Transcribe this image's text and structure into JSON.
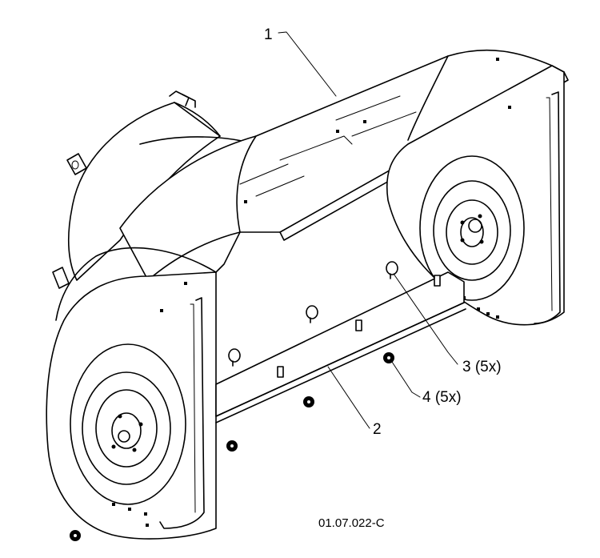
{
  "figure": {
    "reference_code": "01.07.022-C",
    "callouts": [
      {
        "id": "callout-1",
        "label": "1"
      },
      {
        "id": "callout-2",
        "label": "2"
      },
      {
        "id": "callout-3",
        "label": "3 (5x)"
      },
      {
        "id": "callout-4",
        "label": "4 (5x)"
      }
    ]
  },
  "colors": {
    "line": "#000000",
    "background": "#ffffff"
  }
}
